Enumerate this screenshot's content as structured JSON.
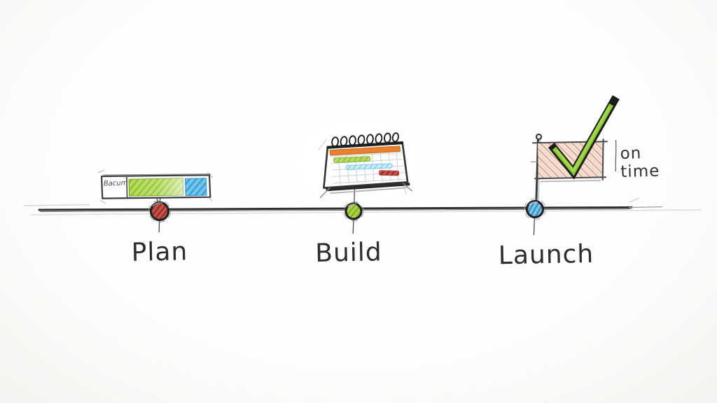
{
  "diagram_type": "hand-drawn project timeline",
  "line_color": "#303030",
  "milestones": [
    {
      "label": "Plan",
      "node_color": "#c0453c",
      "icon": "progress-bar-icon"
    },
    {
      "label": "Build",
      "node_color": "#94c43a",
      "icon": "calendar-icon"
    },
    {
      "label": "Launch",
      "node_color": "#5fafdd",
      "icon": "checkbox-icon"
    }
  ],
  "plan_icon": {
    "label": "Bacum",
    "bar_color": "#9bc93a",
    "tail_color": "#55b5e6"
  },
  "build_icon": {
    "header_color": "#e8822d",
    "bar_colors": [
      "#a3cf4a",
      "#c3e9f5",
      "#dd5a50"
    ]
  },
  "launch_icon": {
    "annotation": "on time",
    "check_color": "#8bc832",
    "box_hatch_color": "#dfa88f"
  }
}
